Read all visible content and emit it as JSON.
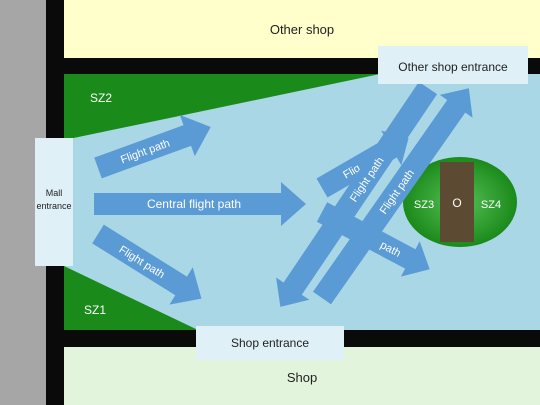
{
  "labels": {
    "other_shop": "Other shop",
    "other_shop_entrance": "Other shop entrance",
    "mall_entrance_line1": "Mall",
    "mall_entrance_line2": "entrance",
    "shop_entrance": "Shop entrance",
    "shop": "Shop",
    "sz1": "SZ1",
    "sz2": "SZ2",
    "sz3": "SZ3",
    "sz4": "SZ4",
    "obstacle": "O",
    "flight_path": "Flight path",
    "central_flight_path": "Central flight path",
    "flight_fragment_upper": "Flig",
    "flight_fragment_lower": "path"
  },
  "colors": {
    "wall_gray": "#a6a6a6",
    "wall_black": "#0a0a0a",
    "other_shop_fill": "#ffffcc",
    "shop_fill": "#e2f5dc",
    "room_fill": "#a9d7e6",
    "entrance_fill": "#dff0f7",
    "safe_zone_green": "#1a8a1a",
    "arrow_blue": "#5b9bd5",
    "obstacle_brown": "#5c4a32"
  }
}
